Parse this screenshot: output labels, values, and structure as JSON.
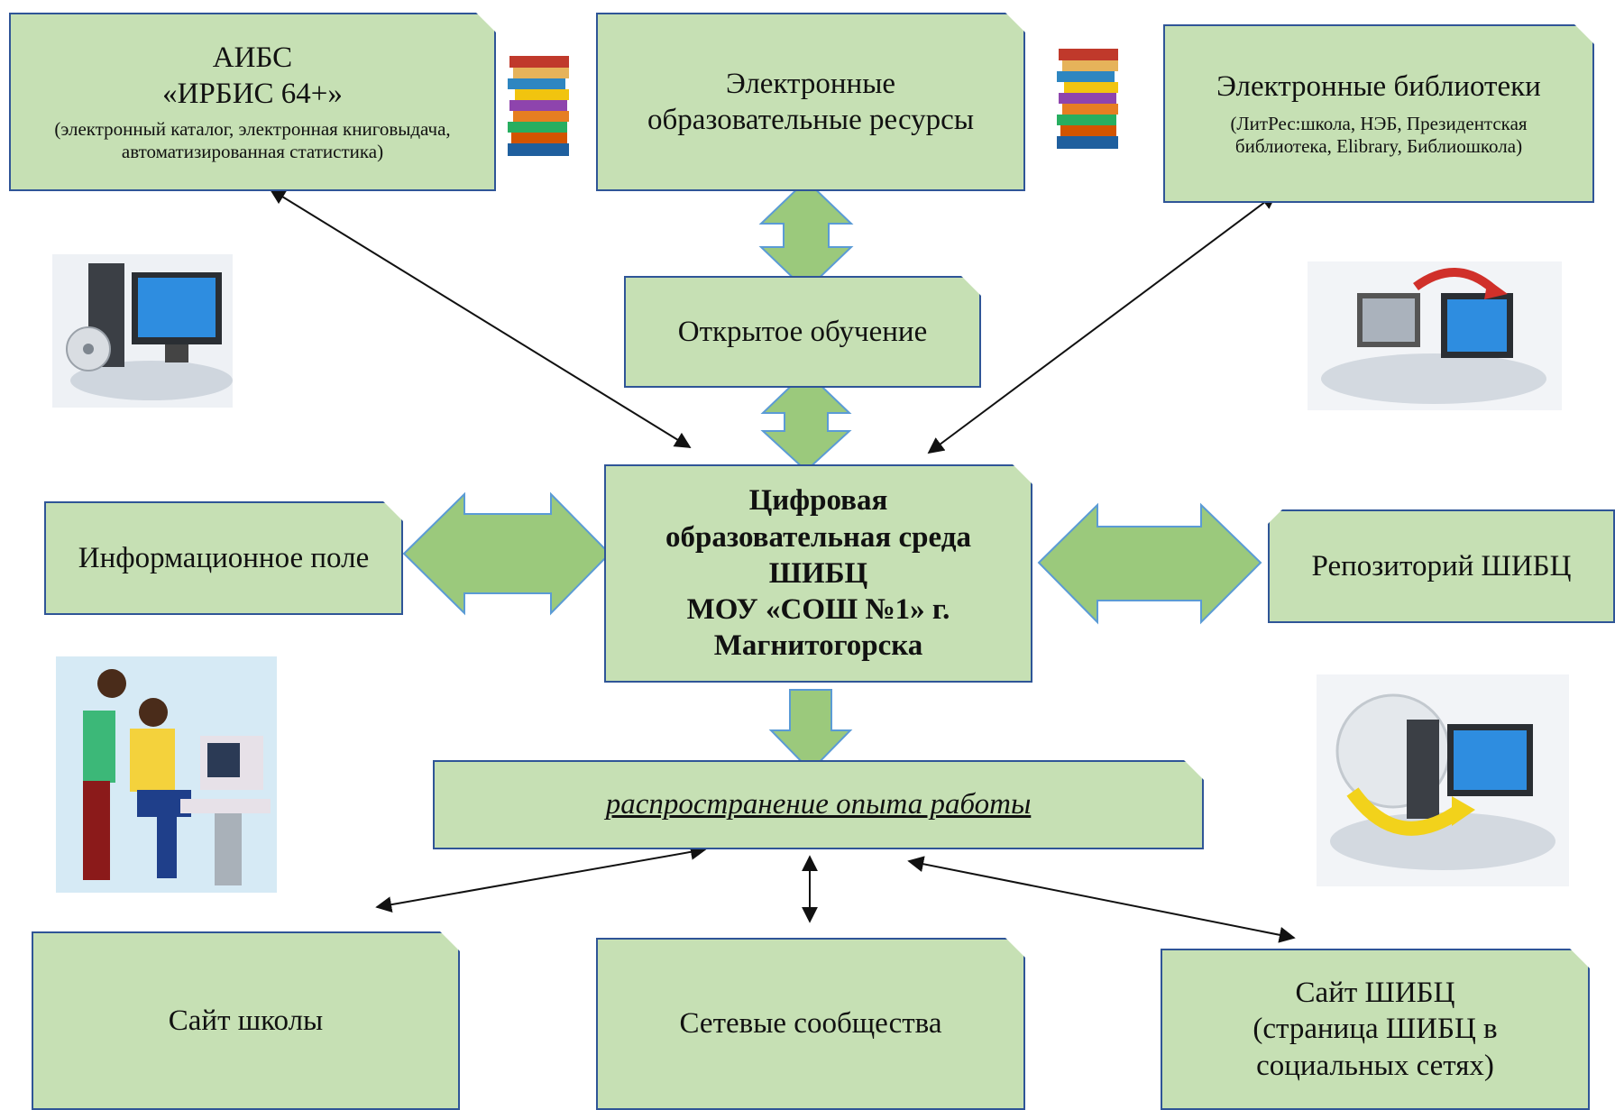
{
  "nodes": {
    "irbis": {
      "title_line1": "АИБС",
      "title_line2": "«ИРБИС 64+»",
      "note": "(электронный каталог, электронная книговыдача, автоматизированная статистика)"
    },
    "eor": {
      "line1": "Электронные",
      "line2": "образовательные ресурсы"
    },
    "libraries": {
      "title": "Электронные библиотеки",
      "note": "(ЛитРес:школа, НЭБ, Президентская библиотека, Elibrary, Библиошкола)"
    },
    "open_learning": {
      "label": "Открытое обучение"
    },
    "center": {
      "line1": "Цифровая",
      "line2": "образовательная среда",
      "line3": "ШИБЦ",
      "line4": "МОУ «СОШ №1» г.",
      "line5": "Магнитогорска"
    },
    "info_field": {
      "label": "Информационное поле"
    },
    "repository": {
      "label": "Репозиторий ШИБЦ"
    },
    "experience": {
      "label": "распространение опыта работы"
    },
    "school_site": {
      "label": "Сайт школы"
    },
    "communities": {
      "label": "Сетевые сообщества"
    },
    "shibc_site": {
      "line1": "Сайт ШИБЦ",
      "line2": "(страница ШИБЦ в",
      "line3": "социальных сетях)"
    }
  },
  "colors": {
    "box_fill": "#c6e0b4",
    "box_border": "#2f5597",
    "block_arrow_fill": "#9bc97c",
    "block_arrow_border": "#5b9bd5",
    "connector": "#111111"
  },
  "icons": [
    "books-icon",
    "books-icon",
    "computer-disc-icon",
    "computers-transfer-icon",
    "people-at-computer-icon",
    "globe-computer-icon"
  ]
}
